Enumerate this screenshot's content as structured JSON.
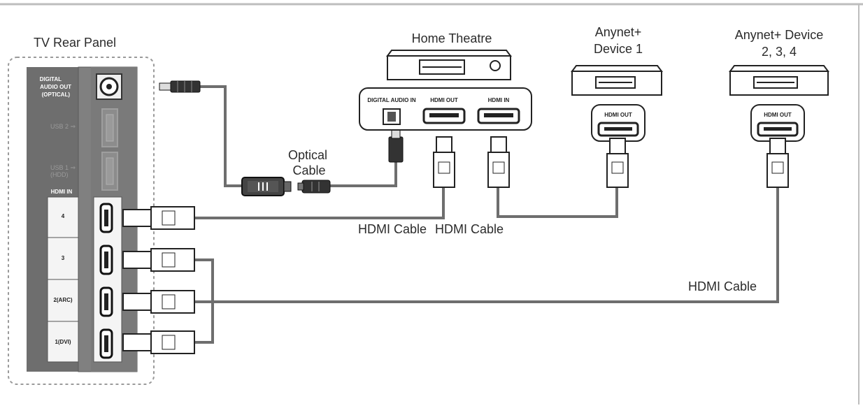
{
  "labels": {
    "tv_rear_panel": "TV Rear Panel",
    "home_theatre": "Home Theatre",
    "anynet_device1_line1": "Anynet+",
    "anynet_device1_line2": "Device 1",
    "anynet_device234_line1": "Anynet+ Device",
    "anynet_device234_line2": "2, 3, 4",
    "optical_cable_line1": "Optical",
    "optical_cable_line2": "Cable",
    "hdmi_cable_1": "HDMI Cable",
    "hdmi_cable_2": "HDMI Cable",
    "hdmi_cable_3": "HDMI Cable"
  },
  "tv_panel": {
    "digital_audio_line1": "DIGITAL",
    "digital_audio_line2": "AUDIO OUT",
    "digital_audio_line3": "(OPTICAL)",
    "usb2": "USB 2 ⇒",
    "usb1_line1": "USB 1 ⇒",
    "usb1_line2": "(HDD)",
    "hdmi_in_header": "HDMI IN",
    "hdmi_ports": [
      "4",
      "3",
      "2(ARC)",
      "1(DVI)"
    ]
  },
  "home_theatre_ports": {
    "digital_audio_in": "DIGITAL AUDIO IN",
    "hdmi_out": "HDMI OUT",
    "hdmi_in": "HDMI IN"
  },
  "device_ports": {
    "device1_hdmi_out": "HDMI OUT",
    "device234_hdmi_out": "HDMI OUT"
  },
  "colors": {
    "panel_dark": "#6e6e6e",
    "panel_mid": "#8a8a8a",
    "cable": "#707070",
    "outline": "#333333",
    "frame_border": "#bdbdbd"
  }
}
